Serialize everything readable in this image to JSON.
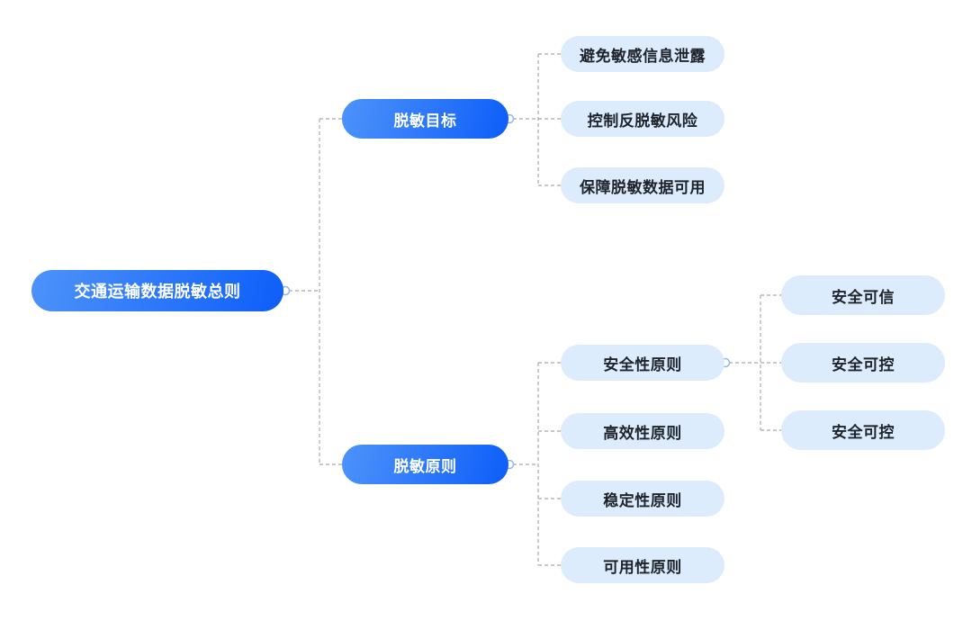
{
  "diagram": {
    "tree": {
      "label": "交通运输数据脱敏总则",
      "children": [
        {
          "label": "脱敏目标",
          "children": [
            {
              "label": "避免敏感信息泄露"
            },
            {
              "label": "控制反脱敏风险"
            },
            {
              "label": "保障脱敏数据可用"
            }
          ]
        },
        {
          "label": "脱敏原则",
          "children": [
            {
              "label": "安全性原则",
              "children": [
                {
                  "label": "安全可信"
                },
                {
                  "label": "安全可控"
                },
                {
                  "label": "安全可控"
                }
              ]
            },
            {
              "label": "高效性原则"
            },
            {
              "label": "稳定性原则"
            },
            {
              "label": "可用性原则"
            }
          ]
        }
      ]
    },
    "colors": {
      "branch_gradient_start": "#4e93fa",
      "branch_gradient_end": "#0d5ef9",
      "branch_text": "#ffffff",
      "leaf_background": "#dcecfc",
      "leaf_text": "#1e232b",
      "connector_line": "#b6b6b6",
      "connector_dot_fill": "#ffffff",
      "connector_dot_stroke": "#8fb7f3",
      "background": "#ffffff"
    }
  }
}
